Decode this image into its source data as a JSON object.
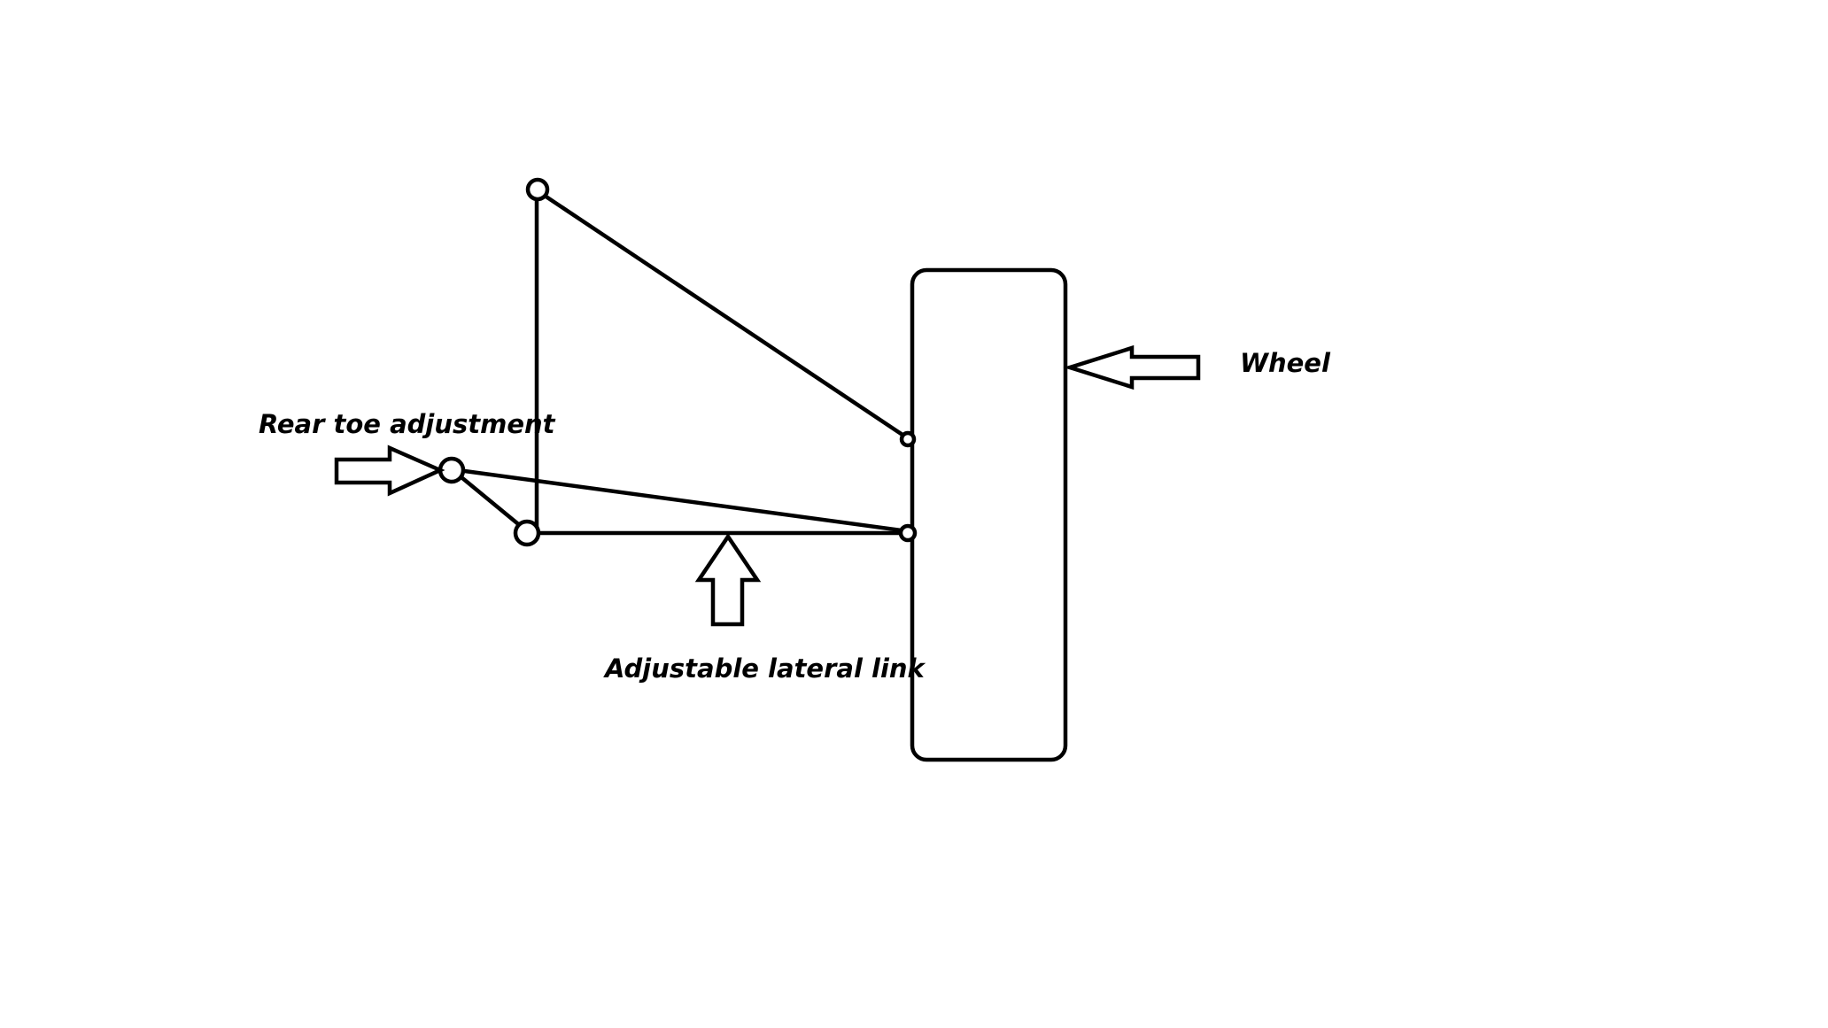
{
  "labels": {
    "wheel": "Wheel",
    "rear_toe": "Rear toe adjustment",
    "lateral_link": "Adjustable lateral link"
  },
  "colors": {
    "ink": "#000000",
    "background": "#ffffff"
  }
}
